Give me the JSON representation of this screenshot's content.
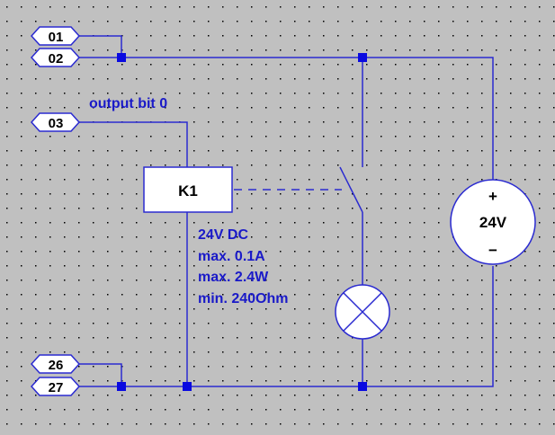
{
  "ports": [
    {
      "id": "01",
      "label": "01"
    },
    {
      "id": "02",
      "label": "02"
    },
    {
      "id": "03",
      "label": "03"
    },
    {
      "id": "26",
      "label": "26"
    },
    {
      "id": "27",
      "label": "27"
    }
  ],
  "relay": {
    "name": "K1",
    "specs": [
      "24V DC",
      "max. 0.1A",
      "max. 2.4W",
      "min. 240Ohm"
    ]
  },
  "net_label": "output bit 0",
  "source": {
    "label": "24V",
    "plus": "+",
    "minus": "−"
  },
  "colors": {
    "background": "#c0c0c0",
    "wire": "#2a2ad0",
    "junction": "#0a0ae0",
    "text": "#1a1ac8"
  }
}
